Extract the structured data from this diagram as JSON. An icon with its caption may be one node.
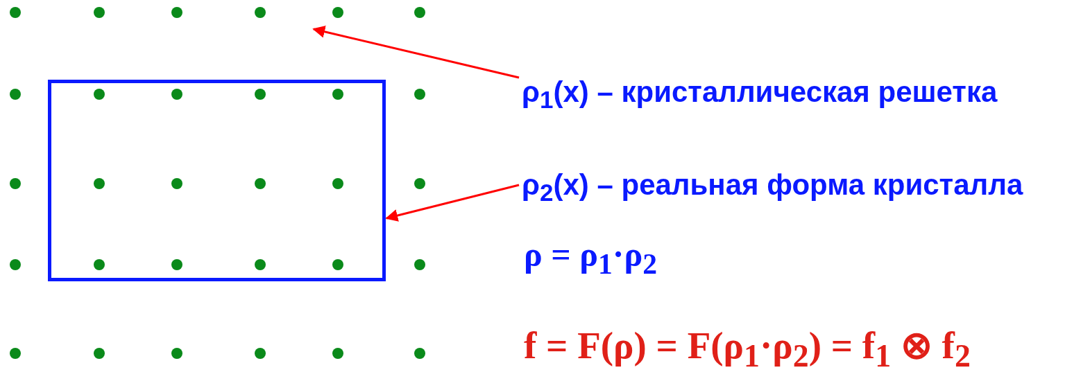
{
  "diagram": {
    "nodes": [
      {
        "text": [
          "ρ$_{1}$(x) – кристаллическая решетка"
        ]
      },
      {
        "text": [],
        "shape": "picture"
      },
      {
        "text": [
          "ρ$_{2}$(x) – реальная форма кристалла"
        ]
      },
      {
        "text": [],
        "shape": "box",
        "in": 1
      }
    ],
    "edges": [
      {
        "from": 0,
        "to": 1,
        "arrow": "to"
      },
      {
        "from": 2,
        "to": 3,
        "arrow": "to"
      }
    ],
    "labels": [
      "ρ = ρ$_{1}$·ρ$_{2}$",
      "f = F(ρ) = F(ρ$_{1}$·ρ$_{2}$) = f$_{1}$ ⊗ f$_{2}$"
    ]
  }
}
